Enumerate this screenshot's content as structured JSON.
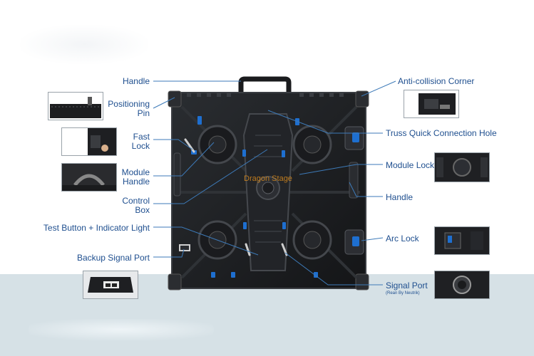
{
  "labels": {
    "handle_top": "Handle",
    "positioning_pin_1": "Positioning",
    "positioning_pin_2": "Pin",
    "fast_lock_1": "Fast",
    "fast_lock_2": "Lock",
    "module_handle_1": "Module",
    "module_handle_2": "Handle",
    "control_box_1": "Control",
    "control_box_2": "Box",
    "test_button": "Test Button + Indicator Light",
    "backup_signal_port": "Backup Signal Port",
    "anti_collision_corner": "Anti-collision Corner",
    "truss_quick_connection_hole": "Truss Quick Connection Hole",
    "module_lock": "Module Lock",
    "handle_right": "Handle",
    "arc_lock": "Arc Lock",
    "signal_port": "Signal Port",
    "signal_port_sub": "(Rean By Neutrik)"
  },
  "watermark": "Dragon Stage",
  "colors": {
    "label": "#1f4f8f",
    "leader_line": "#3d7ab8",
    "cabinet": "#1d1f22",
    "accent_blue": "#1e6fd0",
    "bottom_band": "#d6e1e6",
    "watermark": "#d98a1c"
  }
}
